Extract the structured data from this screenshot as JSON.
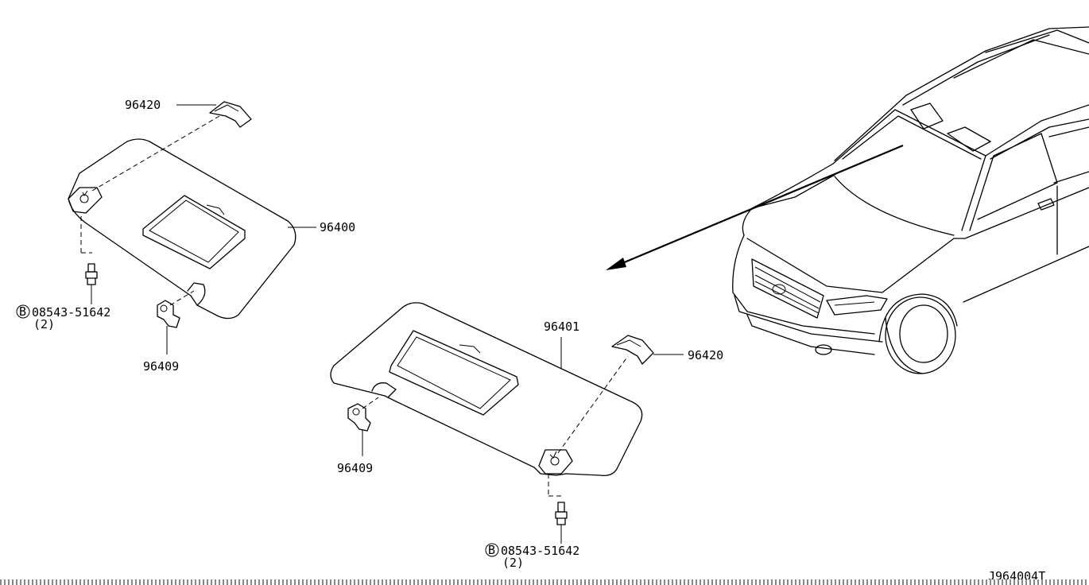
{
  "diagram": {
    "drawing_id": "J964004T",
    "parts": {
      "visor_left": "96400",
      "visor_right": "96401",
      "holder_left": "96409",
      "holder_right": "96409",
      "cover_left": "96420",
      "cover_right": "96420"
    },
    "screw_left": {
      "part_no": "08543-51642",
      "qty": "(2)",
      "badge": "B"
    },
    "screw_right": {
      "part_no": "08543-51642",
      "qty": "(2)",
      "badge": "B"
    }
  }
}
